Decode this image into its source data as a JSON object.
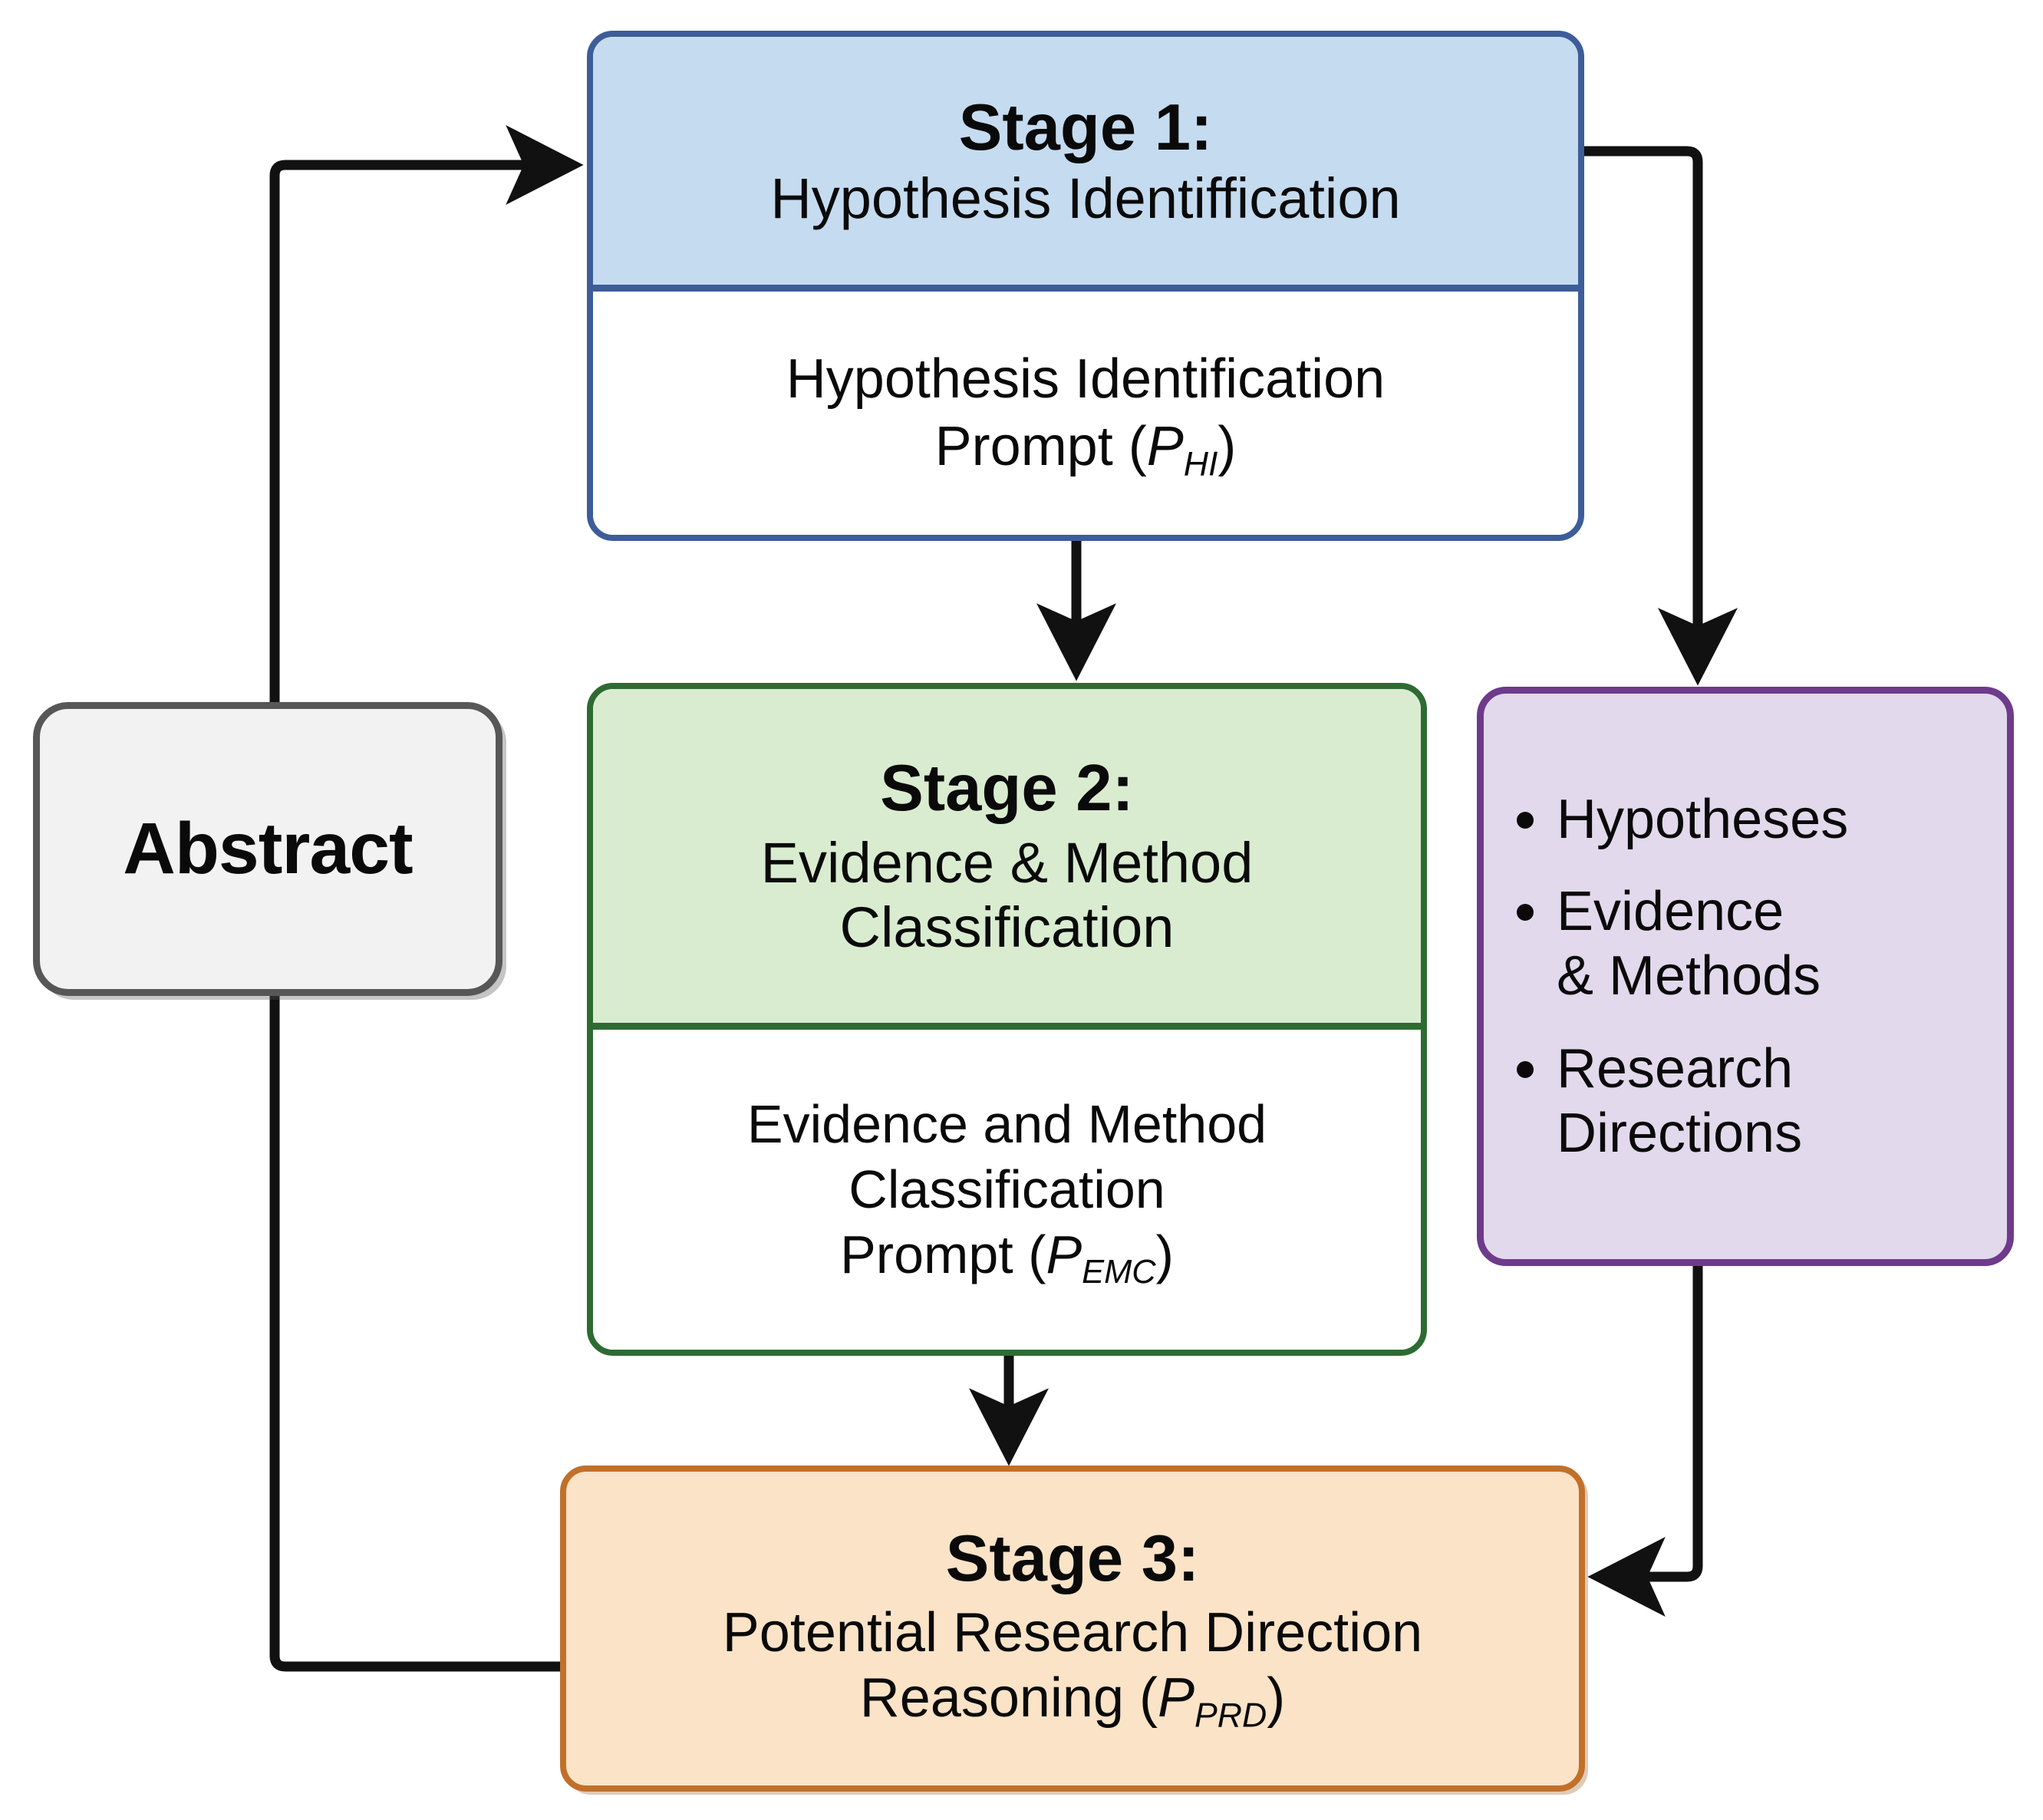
{
  "diagram": {
    "title": "Three-stage hypothesis analysis pipeline",
    "background": "#ffffff"
  },
  "nodes": {
    "abstract": {
      "label": "Abstract",
      "fill": "#f2f2f2",
      "border": "#575757"
    },
    "stage1": {
      "title": "Stage 1:",
      "subtitle": "Hypothesis Identiffication",
      "body_line1": "Hypothesis Identification",
      "body_line2_pre": "Prompt (",
      "body_symbol": "P",
      "body_subscript": "HI",
      "body_line2_post": ")",
      "header_fill": "#c5dbf0",
      "body_fill": "#ffffff",
      "border": "#3d5d99"
    },
    "stage2": {
      "title": "Stage 2:",
      "subtitle_line1": "Evidence & Method",
      "subtitle_line2": "Classification",
      "body_line1": "Evidence and Method",
      "body_line2": "Classification",
      "body_line3_pre": "Prompt (",
      "body_symbol": "P",
      "body_subscript": "EMC",
      "body_line3_post": ")",
      "header_fill": "#d9ecd0",
      "body_fill": "#ffffff",
      "border": "#2e6b33"
    },
    "stage3": {
      "title": "Stage 3:",
      "line1": "Potential Research Direction",
      "line2_pre": "Reasoning (",
      "symbol": "P",
      "subscript": "PRD",
      "line2_post": ")",
      "fill": "#fbe3c7",
      "border": "#c1702a"
    },
    "outputs": {
      "bullets": [
        "Hypotheses",
        "Evidence\n& Methods",
        "Research\nDirections"
      ],
      "bullet_0_line1": "Hypotheses",
      "bullet_1_line1": "Evidence",
      "bullet_1_line2": "& Methods",
      "bullet_2_line1": "Research",
      "bullet_2_line2": "Directions",
      "fill": "#e2d9ec",
      "border": "#6e3a8c"
    }
  },
  "connectors": [
    {
      "name": "stage3-to-stage1-feedback",
      "from": "stage3",
      "to": "stage1",
      "style": "orthogonal",
      "arrowhead": "stage1-left"
    },
    {
      "name": "stage1-to-stage2",
      "from": "stage1",
      "to": "stage2",
      "style": "straight-down",
      "arrowhead": "stage2-top"
    },
    {
      "name": "stage2-to-stage3",
      "from": "stage2",
      "to": "stage3",
      "style": "straight-down",
      "arrowhead": "stage3-top"
    },
    {
      "name": "stage1-to-outputs",
      "from": "stage1",
      "to": "outputs",
      "style": "orthogonal",
      "arrowhead": "outputs-top"
    },
    {
      "name": "outputs-to-stage3",
      "from": "outputs",
      "to": "stage3",
      "style": "orthogonal",
      "arrowhead": "stage3-right"
    }
  ],
  "colors": {
    "line": "#111111",
    "text": "#0a0a0a"
  }
}
